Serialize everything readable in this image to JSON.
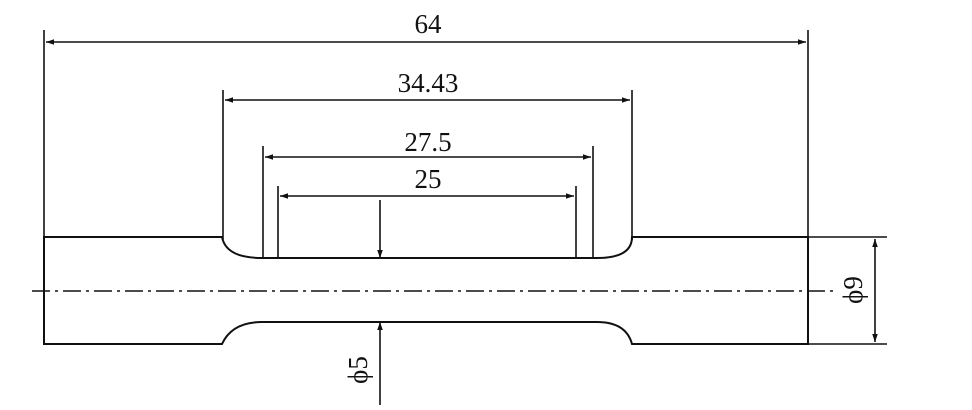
{
  "dimensions": {
    "overall_length": "64",
    "fillet_length": "34.43",
    "reduced_length": "27.5",
    "gauge_length": "25",
    "grip_diameter": "ϕ9",
    "gauge_diameter": "ϕ5"
  }
}
